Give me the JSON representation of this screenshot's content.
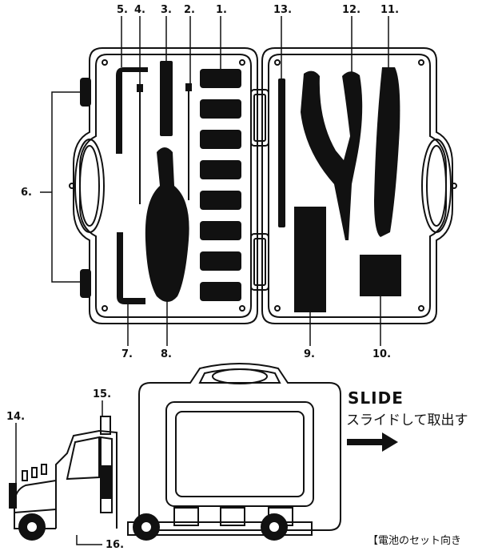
{
  "labels": {
    "n1": "1.",
    "n2": "2.",
    "n3": "3.",
    "n4": "4.",
    "n5": "5.",
    "n6": "6.",
    "n7": "7.",
    "n8": "8.",
    "n9": "9.",
    "n10": "10.",
    "n11": "11.",
    "n12": "12.",
    "n13": "13.",
    "n14": "14.",
    "n15": "15.",
    "n16": "16."
  },
  "slide": {
    "title": "SLIDE",
    "subtitle": "スライドして取出す"
  },
  "battery_note": "【電池のセット向き",
  "colors": {
    "ink": "#111111",
    "background": "#ffffff"
  }
}
